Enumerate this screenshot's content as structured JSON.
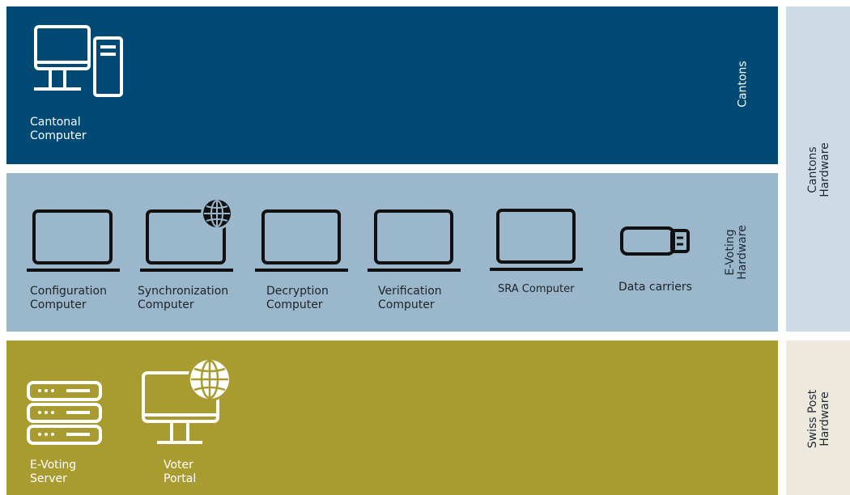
{
  "colors": {
    "cantons_band": "#004a75",
    "evoting_band": "#9bb7cb",
    "post_band": "#a89b30",
    "cantons_side": "#cfdbe4",
    "post_side": "#ede9dc"
  },
  "bands": {
    "cantons": {
      "label": "Cantons",
      "items": [
        {
          "icon": "desktop-tower-icon",
          "line1": "Cantonal",
          "line2": "Computer"
        }
      ]
    },
    "evoting": {
      "label_line1": "E-Voting",
      "label_line2": "Hardware",
      "items": [
        {
          "icon": "laptop-icon",
          "line1": "Configuration",
          "line2": "Computer"
        },
        {
          "icon": "laptop-globe-icon",
          "line1": "Synchronization",
          "line2": "Computer"
        },
        {
          "icon": "laptop-icon",
          "line1": "Decryption",
          "line2": "Computer"
        },
        {
          "icon": "laptop-icon",
          "line1": "Verification",
          "line2": "Computer"
        },
        {
          "icon": "laptop-icon",
          "line1": "SRA Computer"
        },
        {
          "icon": "usb-drive-icon",
          "line1": "Data carriers"
        }
      ]
    },
    "post": {
      "items": [
        {
          "icon": "server-icon",
          "line1": "E-Voting",
          "line2": "Server"
        },
        {
          "icon": "monitor-globe-icon",
          "line1": "Voter",
          "line2": "Portal"
        }
      ]
    }
  },
  "side": {
    "cantons": {
      "line1": "Cantons",
      "line2": "Hardware"
    },
    "post": {
      "line1": "Swiss Post",
      "line2": "Hardware"
    }
  }
}
